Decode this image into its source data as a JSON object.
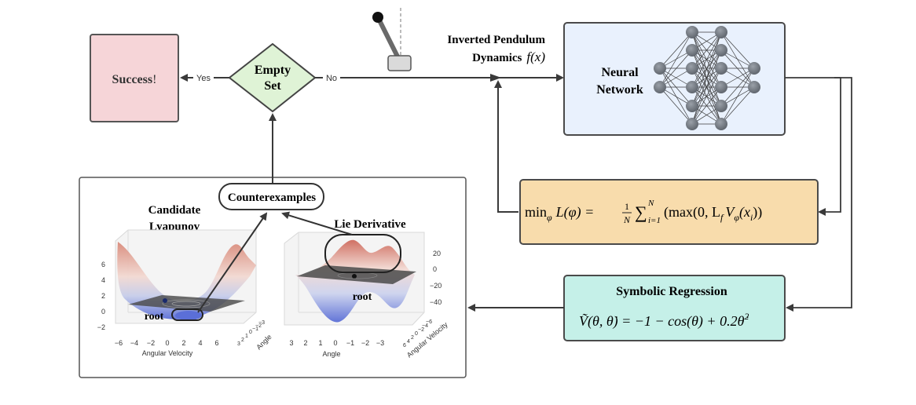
{
  "success": {
    "label": "Success",
    "suffix": "!"
  },
  "decision": {
    "line1": "Empty",
    "line2": "Set",
    "yes_label": "Yes",
    "no_label": "No"
  },
  "pendulum_caption": {
    "line1": "Inverted Pendulum",
    "line2": "Dynamics",
    "formula": "f(x)"
  },
  "neural_network": {
    "line1": "Neural",
    "line2": "Network"
  },
  "loss": {
    "min": "min",
    "min_sub": "φ",
    "lhs": "L(φ) =",
    "frac_num": "1",
    "frac_den": "N",
    "sum": "∑",
    "sum_sub": "i=1",
    "sum_sup": "N",
    "rhs": "(max(0, L",
    "rhs_sub": "f",
    "rhs2": "V",
    "rhs2_sub": "φ",
    "rhs3": "(x",
    "rhs3_sub": "i",
    "rhs4": "))"
  },
  "symbolic": {
    "title": "Symbolic Regression",
    "formula_lhs": "Ṽ(θ, θ̇) = −1 − cos(θ) + 0.2θ̇",
    "formula_sup": "2"
  },
  "counterexamples": {
    "label": "Counterexamples"
  },
  "plot_left": {
    "title_line1": "Candidate",
    "title_line2": "Lyapunov",
    "root_label": "root",
    "z_ticks": [
      "6",
      "4",
      "2",
      "0",
      "−2"
    ],
    "x_ticks": [
      "−6",
      "−4",
      "−2",
      "0",
      "2",
      "4",
      "6"
    ],
    "x_axis_label": "Angular Velocity",
    "y_ticks": [
      "3",
      "2",
      "1",
      "0",
      "−1",
      "−2",
      "−3"
    ],
    "y_axis_label": "Angle"
  },
  "plot_right": {
    "title": "Lie Derivative",
    "root_label": "root",
    "z_ticks": [
      "20",
      "0",
      "−20",
      "−40"
    ],
    "x_ticks": [
      "3",
      "2",
      "1",
      "0",
      "−1",
      "−2",
      "−3"
    ],
    "x_axis_label": "Angle",
    "y_ticks": [
      "6",
      "4",
      "2",
      "0",
      "−2",
      "−4",
      "−6"
    ],
    "y_axis_label": "Angular Velocity"
  }
}
